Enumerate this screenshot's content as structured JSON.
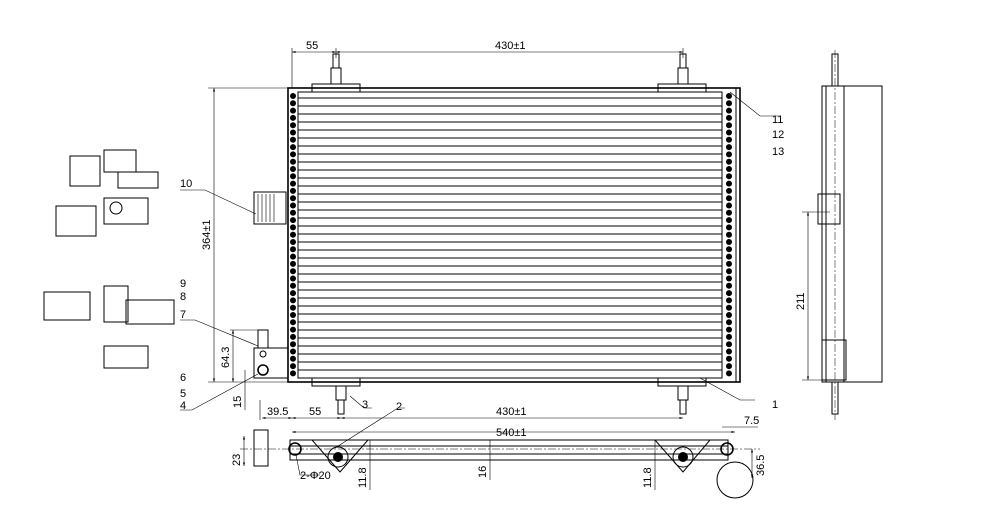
{
  "drawing": {
    "dimensions": {
      "top_left_offset": "55",
      "top_span": "430±1",
      "height": "364±1",
      "inlet_height": "64.3",
      "inlet_offset": "15",
      "left_offset": "39.5",
      "bottom_left_offset": "55",
      "bottom_span": "430±1",
      "overall_width": "540±1",
      "right_offset": "7.5",
      "bracket_height": "23",
      "hole_spec": "2-Φ20",
      "left_bracket_drop": "11.8",
      "core_depth": "16",
      "right_bracket_drop": "11.8",
      "right_pad": "36.5",
      "side_height": "211"
    },
    "balloons": [
      "1",
      "2",
      "3",
      "4",
      "5",
      "6",
      "7",
      "8",
      "9",
      "10",
      "11",
      "12",
      "13"
    ]
  }
}
